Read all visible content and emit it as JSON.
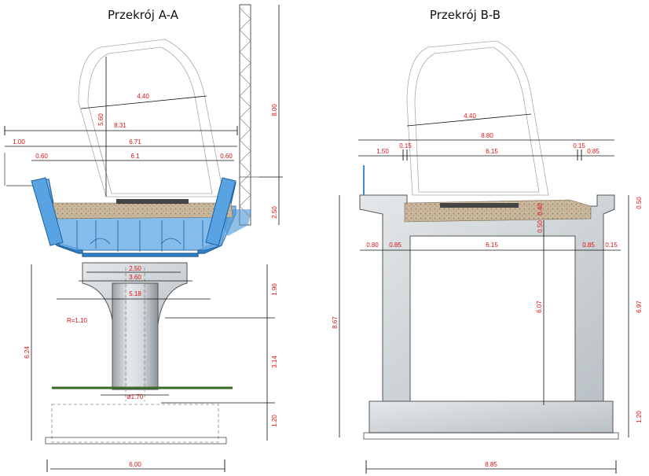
{
  "titles": {
    "section_a": "Przekrój A-A",
    "section_b": "Przekrój B-B"
  },
  "colors": {
    "dimension_text": "#d11111",
    "steel_blue": "#3a8fd8",
    "concrete": "#cfd4d8",
    "ballast": "#b8a58a"
  },
  "section_a": {
    "dims": {
      "w440": "4.40",
      "h560": "5.60",
      "w831": "8.31",
      "w671": "6.71",
      "w100": "1.00",
      "w060_left": "0.60",
      "w61": "6.1",
      "w060_right": "0.60",
      "h800": "8.00",
      "h250": "2.50",
      "w250": "2.50",
      "w360": "3.60",
      "w518": "5.18",
      "radius": "R=1.10",
      "h190": "1.90",
      "h314": "3.14",
      "h624": "6.24",
      "h120": "1.20",
      "dia": "ø1.70",
      "w600": "6.00"
    }
  },
  "section_b": {
    "dims": {
      "w440": "4.40",
      "w880": "8.80",
      "w150": "1.50",
      "w015_left": "0.15",
      "w615_top": "6.15",
      "w015_right": "0.15",
      "w085_top": "0.85",
      "h050_right": "0.50",
      "h050_mid": "0.50",
      "h040": "0.40",
      "w080": "0.80",
      "w085_left": "0.85",
      "w615_mid": "6.15",
      "w085_right": "0.85",
      "w015_mid": "0.15",
      "h867": "8.67",
      "h607": "6.07",
      "h697": "6.97",
      "h120": "1.20",
      "w885": "8.85"
    }
  }
}
